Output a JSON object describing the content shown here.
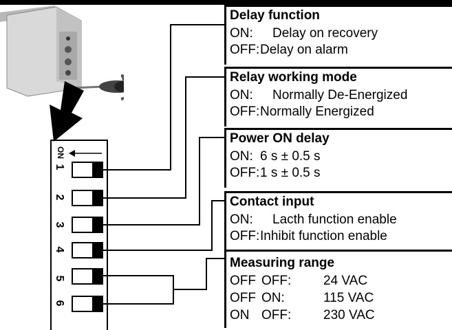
{
  "boxes": [
    {
      "title": "Delay function",
      "rows": [
        {
          "key": "ON:",
          "value": "Delay on recovery"
        },
        {
          "key": "OFF:",
          "value": "Delay on alarm"
        }
      ]
    },
    {
      "title": "Relay working mode",
      "rows": [
        {
          "key": "ON:",
          "value": "Normally De-Energized"
        },
        {
          "key": "OFF:",
          "value": "Normally Energized"
        }
      ]
    },
    {
      "title": "Power ON delay",
      "rows": [
        {
          "key": "ON:",
          "value": "6 s ± 0.5 s"
        },
        {
          "key": "OFF:",
          "value": "1 s ± 0.5 s"
        }
      ]
    },
    {
      "title": "Contact input",
      "rows": [
        {
          "key": "ON:",
          "value": "Lacth function enable"
        },
        {
          "key": "OFF:",
          "value": "Inhibit function enable"
        }
      ]
    },
    {
      "title": "Measuring range",
      "rows": [
        {
          "k1": "OFF",
          "k2": "OFF:",
          "value": "24 VAC"
        },
        {
          "k1": "OFF",
          "k2": "ON:",
          "value": "115 VAC"
        },
        {
          "k1": "ON",
          "k2": "OFF:",
          "value": "230 VAC"
        }
      ]
    }
  ],
  "dip": {
    "on_label": "ON",
    "numbers": [
      "1",
      "2",
      "3",
      "4",
      "5",
      "6"
    ]
  }
}
